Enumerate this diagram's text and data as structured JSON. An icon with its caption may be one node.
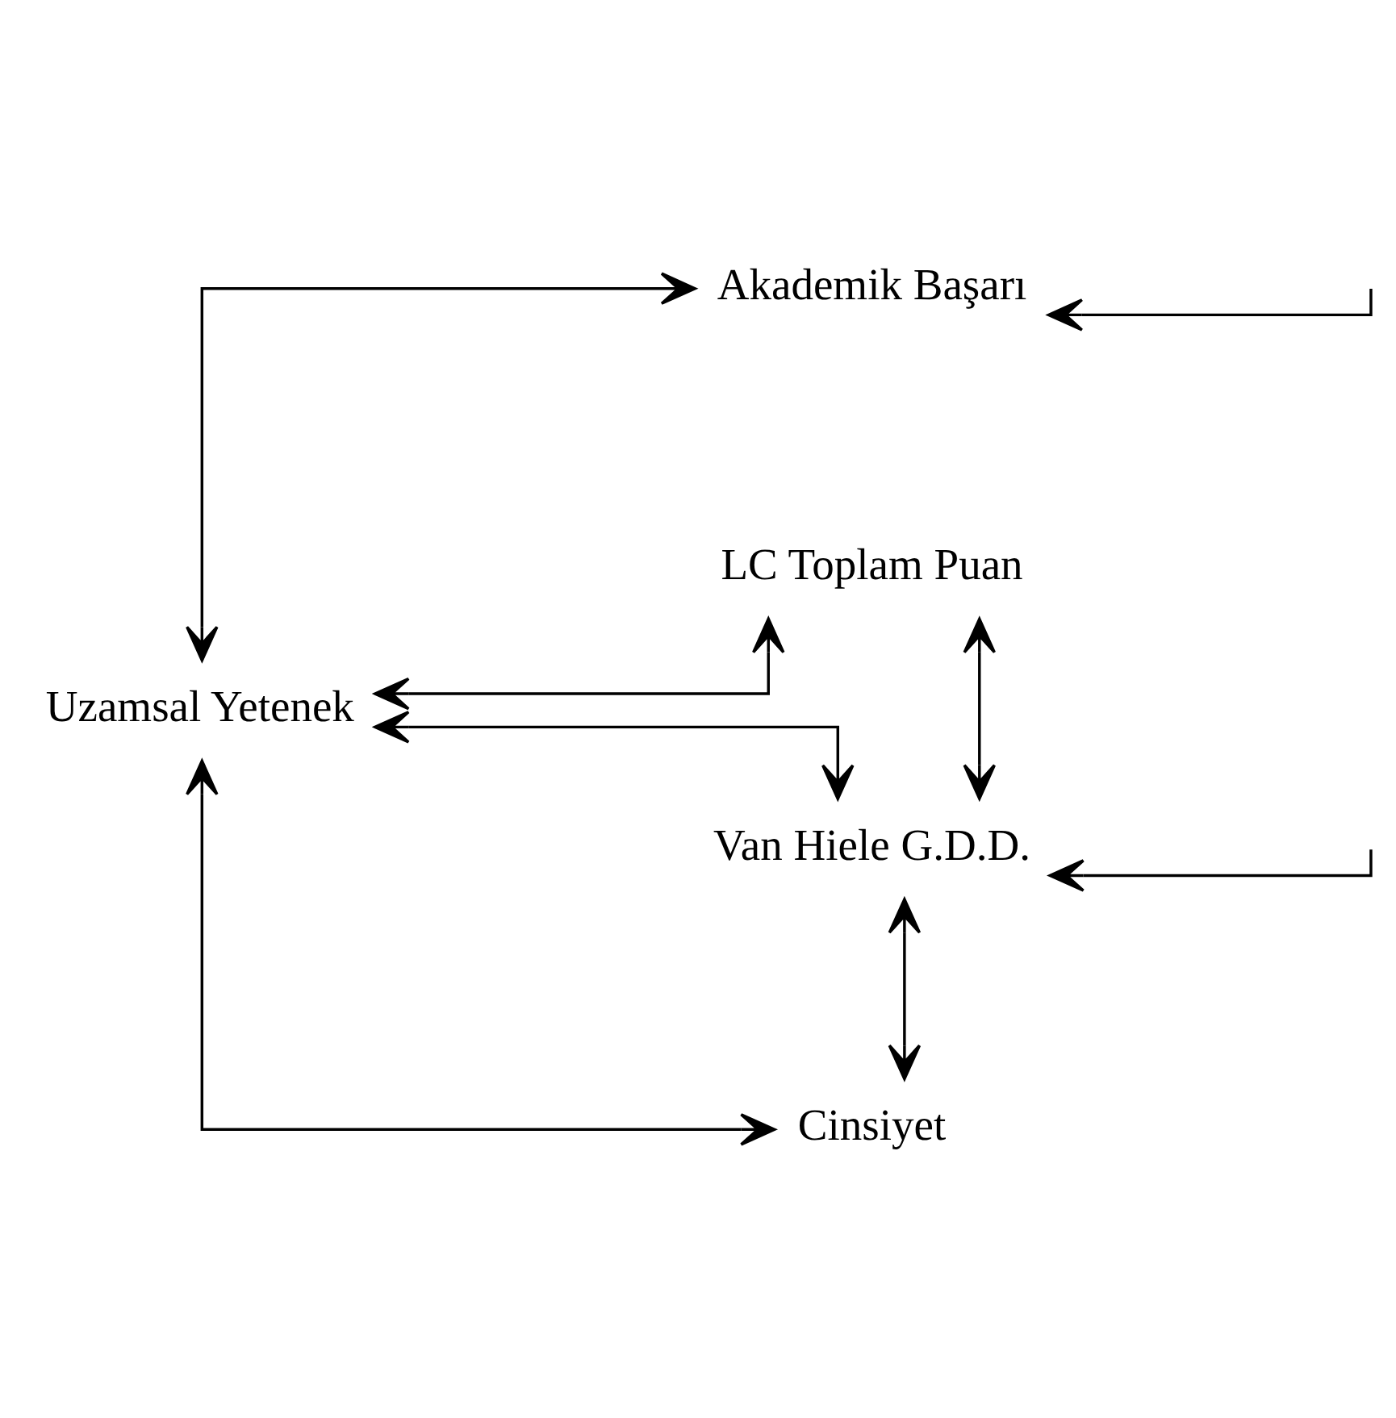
{
  "diagram": {
    "nodes": [
      {
        "text": [
          "Akademik Başarı"
        ]
      },
      {
        "text": [
          "LC Toplam Puan"
        ]
      },
      {
        "text": [
          "Uzamsal Yetenek"
        ]
      },
      {
        "text": [
          "Van Hiele G.D.D."
        ]
      },
      {
        "text": [
          "Cinsiyet"
        ]
      }
    ],
    "edges": [
      {
        "from": 2,
        "to": 0,
        "arrow": "both"
      },
      {
        "from": 2,
        "to": 1,
        "arrow": "both"
      },
      {
        "from": 2,
        "to": 3,
        "arrow": "both"
      },
      {
        "from": 2,
        "to": 4,
        "arrow": "both"
      },
      {
        "from": null,
        "to": 0,
        "arrow": "to"
      },
      {
        "from": 1,
        "to": 3,
        "arrow": "both"
      },
      {
        "from": null,
        "to": 3,
        "arrow": "to"
      },
      {
        "from": 3,
        "to": 4,
        "arrow": "both"
      }
    ]
  }
}
